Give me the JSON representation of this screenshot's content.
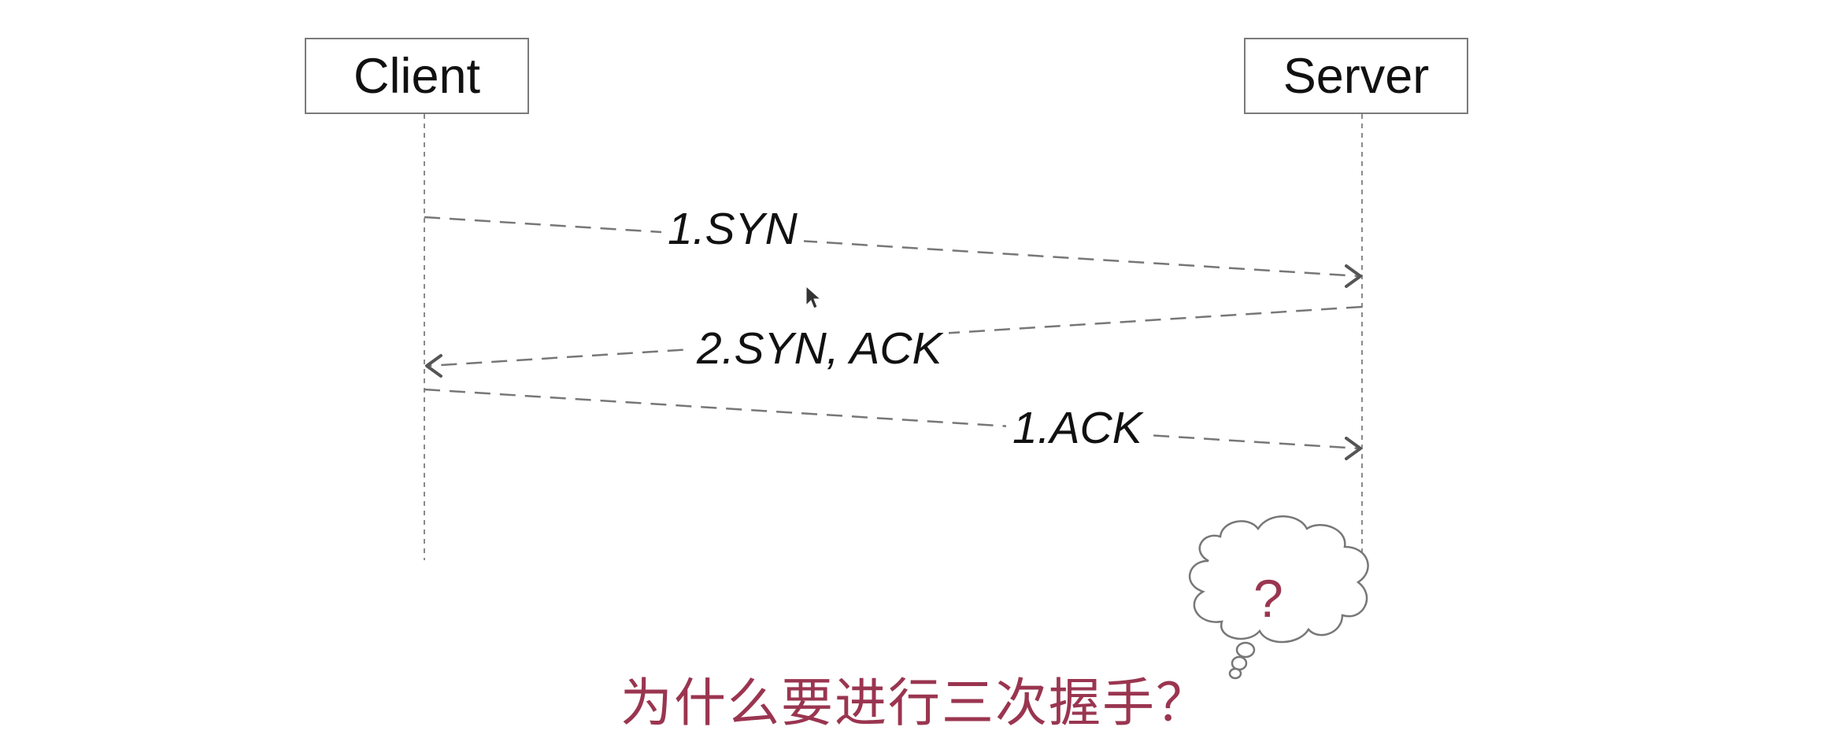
{
  "actors": {
    "client": "Client",
    "server": "Server"
  },
  "messages": [
    {
      "label": "1.SYN",
      "from": "client",
      "to": "server"
    },
    {
      "label": "2.SYN, ACK",
      "from": "server",
      "to": "client"
    },
    {
      "label": "1.ACK",
      "from": "client",
      "to": "server"
    }
  ],
  "thought_bubble": {
    "text": "?",
    "icon": "thought-cloud-icon"
  },
  "caption": "为什么要进行三次握手？",
  "colors": {
    "line": "#777777",
    "arrow": "#555555",
    "text": "#111111",
    "accent": "#9a3550"
  }
}
